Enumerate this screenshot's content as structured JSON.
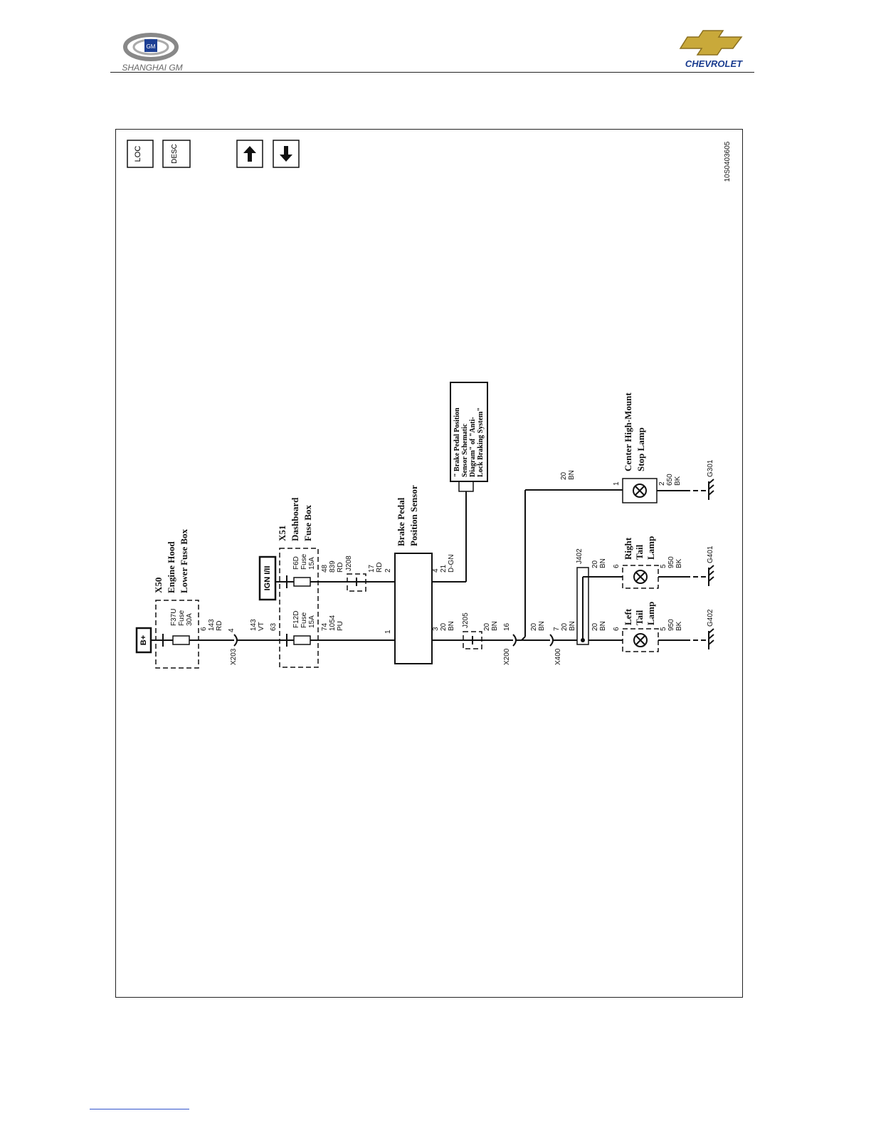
{
  "header": {
    "left_logo_text": "SHANGHAI GM",
    "left_logo_badge": "GM",
    "right_logo_text": "CHEVROLET"
  },
  "nav_icons": [
    {
      "name": "loc-icon",
      "text": "LOC"
    },
    {
      "name": "desc-icon",
      "text": "DESC"
    },
    {
      "name": "arrow-up-icon",
      "text": ""
    },
    {
      "name": "arrow-down-icon",
      "text": ""
    }
  ],
  "diagram": {
    "id": "10S0403605",
    "b_plus": "B+",
    "ign": "IGN I/II",
    "x50": {
      "ref": "X50",
      "name1": "Engine Hood",
      "name2": "Lower Fuse Box",
      "fuse": "F37U",
      "fuse_word": "Fuse",
      "rating": "30A",
      "pin": "6",
      "circuit": "143",
      "color": "RD"
    },
    "x203": {
      "ref": "X203",
      "pin": "4",
      "circuit": "143",
      "color": "VT"
    },
    "x51": {
      "ref": "X51",
      "name1": "Dashboard",
      "name2": "Fuse Box",
      "f12d": {
        "fuse": "F12D",
        "fuse_word": "Fuse",
        "rating": "15A",
        "in_pin": "63",
        "pin": "74",
        "circuit": "1054",
        "color": "PU"
      },
      "f6d": {
        "fuse": "F6D",
        "fuse_word": "Fuse",
        "rating": "15A",
        "pin": "48",
        "circuit": "839",
        "color": "RD"
      }
    },
    "j208": {
      "ref": "J208",
      "out": "17",
      "color": "RD"
    },
    "sensor": {
      "name1": "Brake Pedal",
      "name2": "Position Sensor",
      "pin1": "1",
      "pin2": "2",
      "pin3": "3",
      "pin3_circuit": "20",
      "pin3_color": "BN",
      "pin4": "4",
      "pin4_circuit": "21",
      "pin4_color": "D-GN"
    },
    "ref_note": {
      "l1": "\" Brake Pedal Position",
      "l2": "Sensor Schematic",
      "l3": "Diagram\" of \"Anti-",
      "l4": "Lock Braking System\""
    },
    "j205": {
      "ref": "J205",
      "circuit": "20",
      "color": "BN"
    },
    "x200": {
      "ref": "X200",
      "pin": "16"
    },
    "x400": {
      "ref": "X400",
      "pin": "7",
      "circuit": "20",
      "color": "BN",
      "circuit_b": "20",
      "color_b": "BN"
    },
    "j402": {
      "ref": "J402"
    },
    "chms": {
      "name1": "Center High-Mount",
      "name2": "Stop Lamp",
      "circuit": "20",
      "color": "BN",
      "pin_in": "1",
      "pin_out": "2",
      "out_circuit": "650",
      "out_color": "BK",
      "ground": "G301"
    },
    "right_tail": {
      "name1": "Right",
      "name2": "Tail",
      "name3": "Lamp",
      "circuit": "20",
      "color": "BN",
      "pin_in": "6",
      "pin_out": "5",
      "out_circuit": "950",
      "out_color": "BK",
      "ground": "G401"
    },
    "left_tail": {
      "name1": "Left",
      "name2": "Tail",
      "name3": "Lamp",
      "circuit": "20",
      "color": "BN",
      "pin_in": "6",
      "pin_out": "5",
      "out_circuit": "950",
      "out_color": "BK",
      "ground": "G402"
    }
  }
}
